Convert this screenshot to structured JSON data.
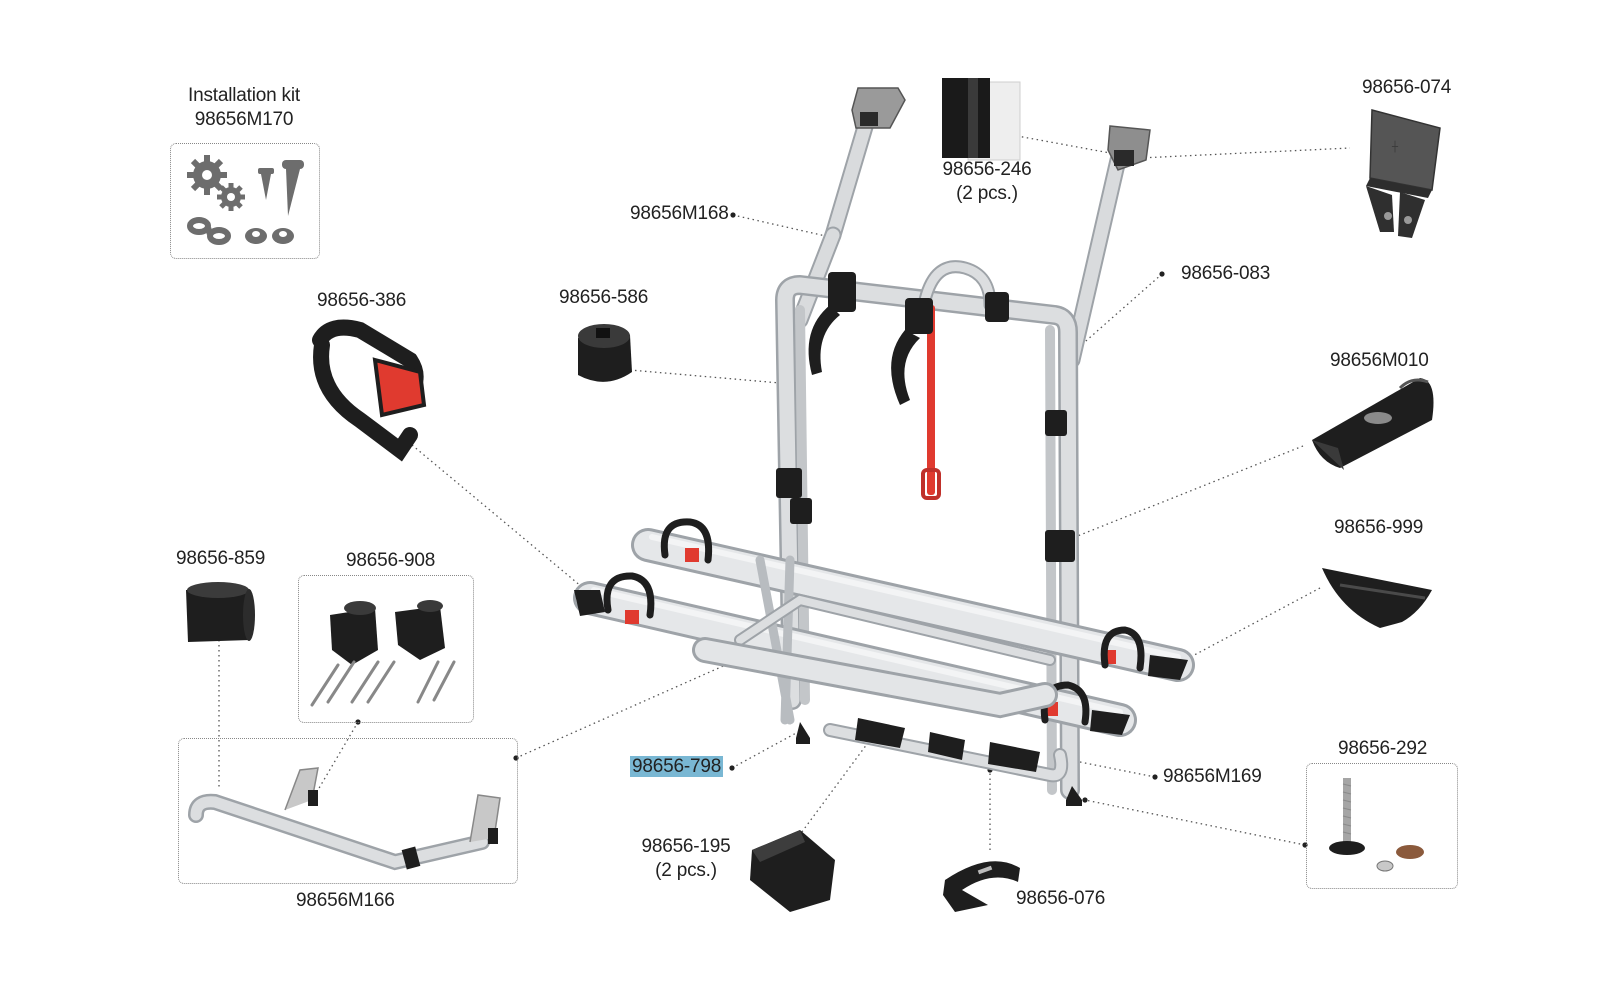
{
  "labels": {
    "installation_kit_title": "Installation kit",
    "installation_kit_code": "98656M170",
    "p_246": "98656-246",
    "p_246_qty": "(2 pcs.)",
    "p_074": "98656-074",
    "p_M168": "98656M168",
    "p_083": "98656-083",
    "p_386": "98656-386",
    "p_586": "98656-586",
    "p_M010": "98656M010",
    "p_999": "98656-999",
    "p_859": "98656-859",
    "p_908": "98656-908",
    "p_292": "98656-292",
    "p_798": "98656-798",
    "p_M169": "98656M169",
    "p_195": "98656-195",
    "p_195_qty": "(2 pcs.)",
    "p_076": "98656-076",
    "p_M166": "98656M166"
  },
  "highlighted_part": "98656-798",
  "colors": {
    "frame": "#d6d8da",
    "frame_edge": "#9ea3a8",
    "parts": "#1e1e1e",
    "icon_gray": "#6d6d6d",
    "strap_red": "#e03a2f",
    "highlight": "#79b7d3",
    "leader": "#444444"
  },
  "icons": [
    "gear-icon",
    "screw-icon",
    "chain-icon",
    "nut-icon"
  ]
}
